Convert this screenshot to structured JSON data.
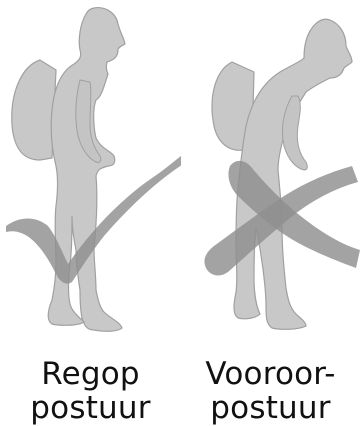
{
  "colors": {
    "figure_fill": "#c8c8c8",
    "figure_stroke": "#9a9a9a",
    "mark_fill": "#8f8f8f",
    "text": "#111111"
  },
  "panels": [
    {
      "id": "upright",
      "caption_line1": "Regop",
      "caption_line2": "postuur",
      "mark": "check-mark"
    },
    {
      "id": "stooped",
      "caption_line1": "Vooroor-",
      "caption_line2": "postuur",
      "mark": "cross-mark"
    }
  ]
}
